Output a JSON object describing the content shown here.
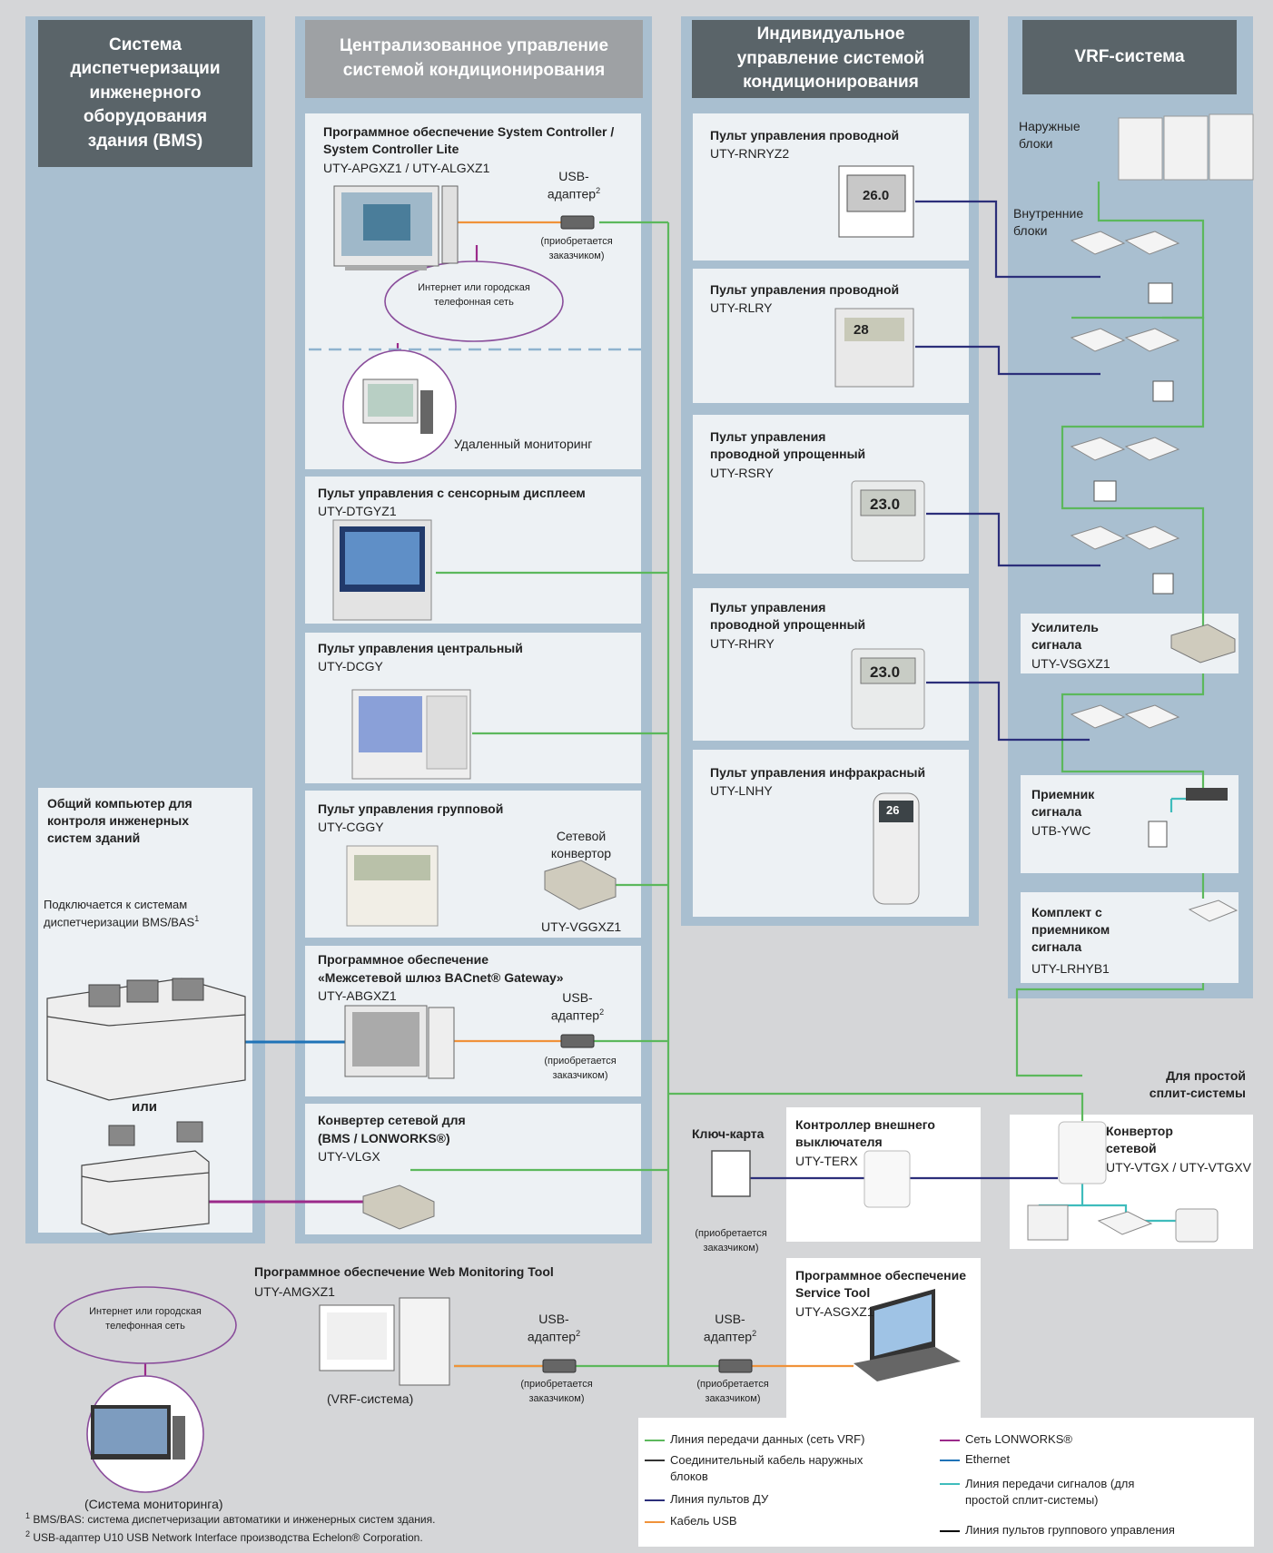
{
  "columns": {
    "bms": "Система диспетчеризации инженерного оборудования здания (BMS)",
    "central": "Централизованное управление системой кондиционирования",
    "individual": "Индивидуальное управление системой кондиционирования",
    "vrf": "VRF-система"
  },
  "central": {
    "sc_title": "Программное обеспечение System Controller / System Controller Lite",
    "sc_model": "UTY-APGXZ1 / UTY-ALGXZ1",
    "usb_label": "USB-адаптер",
    "sup2": "2",
    "buy_note": "(приобретается заказчиком)",
    "internet": "Интернет или городская телефонная сеть",
    "remote_mon": "Удаленный мониторинг",
    "touch_title": "Пульт управления с сенсорным дисплеем",
    "touch_model": "UTY-DTGYZ1",
    "central_title": "Пульт управления центральный",
    "central_model": "UTY-DCGY",
    "group_title": "Пульт управления групповой",
    "group_model": "UTY-CGGY",
    "net_conv": "Сетевой конвертор",
    "net_conv_model": "UTY-VGGXZ1",
    "bacnet_title1": "Программное обеспечение",
    "bacnet_title2": "«Межсетевой шлюз BACnet® Gateway»",
    "bacnet_model": "UTY-ABGXZ1",
    "lon_title1": "Конвертер сетевой для",
    "lon_title2": "(BMS / LONWORKS®)",
    "lon_model": "UTY-VLGX"
  },
  "individual": {
    "r1_title": "Пульт управления проводной",
    "r1_model": "UTY-RNRYZ2",
    "r1_disp": "26.0",
    "r2_title": "Пульт управления проводной",
    "r2_model": "UTY-RLRY",
    "r2_disp": "28",
    "r3_title": "Пульт управления проводной упрощенный",
    "r3_model": "UTY-RSRY",
    "r3_disp": "23.0",
    "r4_title": "Пульт управления проводной упрощенный",
    "r4_model": "UTY-RHRY",
    "r4_disp": "23.0",
    "r5_title": "Пульт управления инфракрасный",
    "r5_model": "UTY-LNHY",
    "r5_disp": "26"
  },
  "vrf": {
    "outdoor": "Наружные блоки",
    "indoor": "Внутренние блоки",
    "amp_title": "Усилитель сигнала",
    "amp_model": "UTY-VSGXZ1",
    "recv_title": "Приемник сигнала",
    "recv_model": "UTB-YWC",
    "kit_title": "Комплект с приемником сигнала",
    "kit_model": "UTY-LRHYB1"
  },
  "bms": {
    "pc_title": "Общий компьютер для контроля инженерных систем зданий",
    "pc_desc": "Подключается к системам диспетчеризации BMS/BAS",
    "sup1": "1",
    "or": "или"
  },
  "split": {
    "title": "Для простой сплит-системы",
    "conv_title": "Конвертор сетевой",
    "conv_model": "UTY-VTGX / UTY-VTGXV"
  },
  "bottom": {
    "web_title": "Программное обеспечение Web Monitoring Tool",
    "web_model": "UTY-AMGXZ1",
    "vrf_sys": "(VRF-система)",
    "mon_sys": "(Система мониторинга)",
    "keycard": "Ключ-карта",
    "ext_title": "Контроллер внешнего выключателя",
    "ext_model": "UTY-TERX",
    "service_title": "Программное обеспечение Service Tool",
    "service_model": "UTY-ASGXZ1"
  },
  "legend": {
    "items": [
      {
        "label": "Линия передачи данных (сеть VRF)",
        "color": "#5cb85c"
      },
      {
        "label": "Соединительный кабель наружных блоков",
        "color": "#333333"
      },
      {
        "label": "Линия пультов ДУ",
        "color": "#2c2f7a"
      },
      {
        "label": "Кабель USB",
        "color": "#f0923a"
      },
      {
        "label": "Сеть LONWORKS®",
        "color": "#9b2a8a"
      },
      {
        "label": "Ethernet",
        "color": "#1f73b7"
      },
      {
        "label": "Линия передачи сигналов (для простой сплит-системы)",
        "color": "#3fbcbc"
      },
      {
        "label": "Линия пультов группового управления",
        "color": "#000000"
      }
    ]
  },
  "footnotes": {
    "f1": "BMS/BAS: система диспетчеризации автоматики и инженерных систем здания.",
    "f2": "USB-адаптер U10 USB Network Interface производства Echelon® Corporation."
  }
}
